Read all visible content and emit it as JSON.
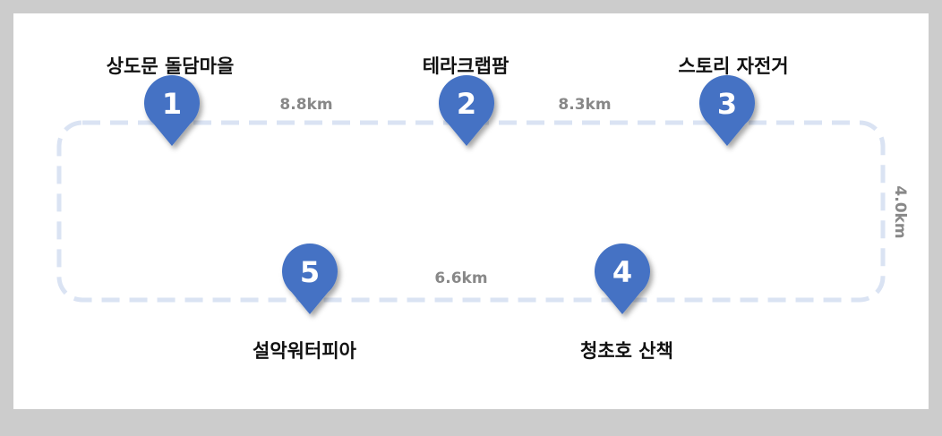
{
  "route": {
    "stops": [
      {
        "number": "1",
        "name": "상도문 돌담마을"
      },
      {
        "number": "2",
        "name": "테라크랩팜"
      },
      {
        "number": "3",
        "name": "스토리 자전거"
      },
      {
        "number": "4",
        "name": "청초호 산책"
      },
      {
        "number": "5",
        "name": "설악워터피아"
      }
    ],
    "distances": [
      {
        "value": "8.8km"
      },
      {
        "value": "8.3km"
      },
      {
        "value": "4.0km"
      },
      {
        "value": "6.6km"
      }
    ]
  },
  "colors": {
    "background": "#cccccc",
    "canvas": "#ffffff",
    "route_line": "#dae3f3",
    "marker_fill": "#4472c4",
    "marker_text": "#ffffff",
    "stop_text": "#111111",
    "distance_text": "#888888"
  }
}
